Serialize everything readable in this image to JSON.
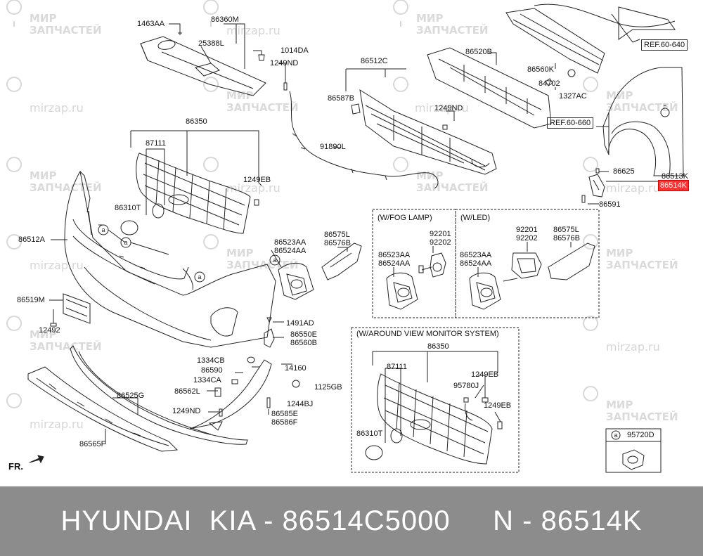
{
  "watermark": {
    "line1": "МИР",
    "line2": "ЗАПЧАСТЕЙ",
    "url": "mirzap.ru"
  },
  "labels": {
    "p1463AA": "1463AA",
    "p86360M": "86360M",
    "p25388L": "25388L",
    "p1014DA": "1014DA",
    "p1249ND_a": "1249ND",
    "p86512C": "86512C",
    "p86520B": "86520B",
    "p86560K": "86560K",
    "ref640": "REF.60-640",
    "ref660": "REF.60-660",
    "p84702": "84702",
    "p1327AC": "1327AC",
    "p86587B": "86587B",
    "p1249ND_b": "1249ND",
    "p86350": "86350",
    "p87111": "87111",
    "p1249EB": "1249EB",
    "p86310T": "86310T",
    "p91890L": "91890L",
    "p86625": "86625",
    "p86513K": "86513K",
    "p86514K": "86514K",
    "p86591": "86591",
    "p86512A": "86512A",
    "p86523AA": "86523AA",
    "p86524AA": "86524AA",
    "p86575L": "86575L",
    "p86576B": "86576B",
    "p86519M": "86519M",
    "p12492": "12492",
    "p1491AD": "1491AD",
    "p86550E": "86550E",
    "p86560B": "86560B",
    "p1334CB": "1334CB",
    "p86590": "86590",
    "p1334CA": "1334CA",
    "p14160": "14160",
    "p86562L": "86562L",
    "p1125GB": "1125GB",
    "p1244BJ": "1244BJ",
    "p86525G": "86525G",
    "p1249ND_c": "1249ND",
    "p86585E": "86585E",
    "p86586F": "86586F",
    "p86565F": "86565F",
    "fr": "FR.",
    "fog_92201": "92201",
    "fog_92202": "92202",
    "fog_86523AA": "86523AA",
    "fog_86524AA": "86524AA",
    "led_92201": "92201",
    "led_92202": "92202",
    "led_86575L": "86575L",
    "led_86576B": "86576B",
    "led_86523AA": "86523AA",
    "led_86524AA": "86524AA",
    "avm_86350": "86350",
    "avm_87111": "87111",
    "avm_1249EB_a": "1249EB",
    "avm_95780J": "95780J",
    "avm_1249EB_b": "1249EB",
    "avm_86310T": "86310T",
    "p95720D": "95720D",
    "callout_a": "a"
  },
  "boxes": {
    "fog": "(W/FOG LAMP)",
    "led": "(W/LED)",
    "avm": "(W/AROUND VIEW MONITOR SYSTEM)"
  },
  "footer": {
    "text": "HYUNDAI  KIA - 86514C5000     N - 86514K"
  },
  "colors": {
    "highlight": "#ff3232",
    "footer_bg": "#8c8c8c",
    "watermark": "#d6d6d6"
  }
}
